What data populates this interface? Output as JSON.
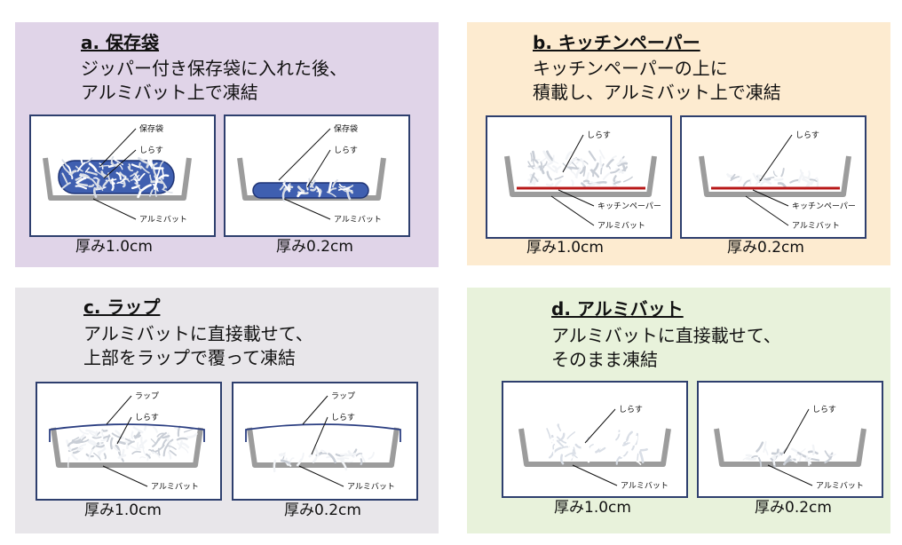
{
  "colors": {
    "panel_a": "#e0d4e8",
    "panel_b": "#fdebd0",
    "panel_c": "#e8e6ea",
    "panel_d": "#e8f2db",
    "frame_border": "#2e3f6e",
    "bag_fill": "#3f5fb0",
    "bag_stroke": "#1f3475",
    "vat": "#9c9c9c",
    "paper": "#b81818",
    "wrap": "#2c3f82"
  },
  "panels": [
    {
      "id": "a",
      "title": "a.  保存袋",
      "desc": [
        "ジッパー付き保存袋に入れた後、",
        "アルミバット上で凍結"
      ],
      "cases": [
        {
          "thickness_label": "厚み1.0cm",
          "labels": [
            "保存袋",
            "しらす",
            "アルミバット"
          ]
        },
        {
          "thickness_label": "厚み0.2cm",
          "labels": [
            "保存袋",
            "しらす",
            "アルミバット"
          ]
        }
      ]
    },
    {
      "id": "b",
      "title": "b. キッチンペーパー",
      "desc": [
        "キッチンペーパーの上に",
        "積載し、アルミバット上で凍結"
      ],
      "cases": [
        {
          "thickness_label": "厚み1.0cm",
          "labels": [
            "しらす",
            "キッチンペーパー",
            "アルミバット"
          ]
        },
        {
          "thickness_label": "厚み0.2cm",
          "labels": [
            "しらす",
            "キッチンペーパー",
            "アルミバット"
          ]
        }
      ]
    },
    {
      "id": "c",
      "title": "c. ラップ",
      "desc": [
        "アルミバットに直接載せて、",
        "上部をラップで覆って凍結"
      ],
      "cases": [
        {
          "thickness_label": "厚み1.0cm",
          "labels": [
            "ラップ",
            "しらす",
            "アルミバット"
          ]
        },
        {
          "thickness_label": "厚み0.2cm",
          "labels": [
            "ラップ",
            "しらす",
            "アルミバット"
          ]
        }
      ]
    },
    {
      "id": "d",
      "title": "d. アルミバット",
      "desc": [
        "アルミバットに直接載せて、",
        "そのまま凍結"
      ],
      "cases": [
        {
          "thickness_label": "厚み1.0cm",
          "labels": [
            "しらす",
            "アルミバット"
          ]
        },
        {
          "thickness_label": "厚み0.2cm",
          "labels": [
            "しらす",
            "アルミバット"
          ]
        }
      ]
    }
  ]
}
